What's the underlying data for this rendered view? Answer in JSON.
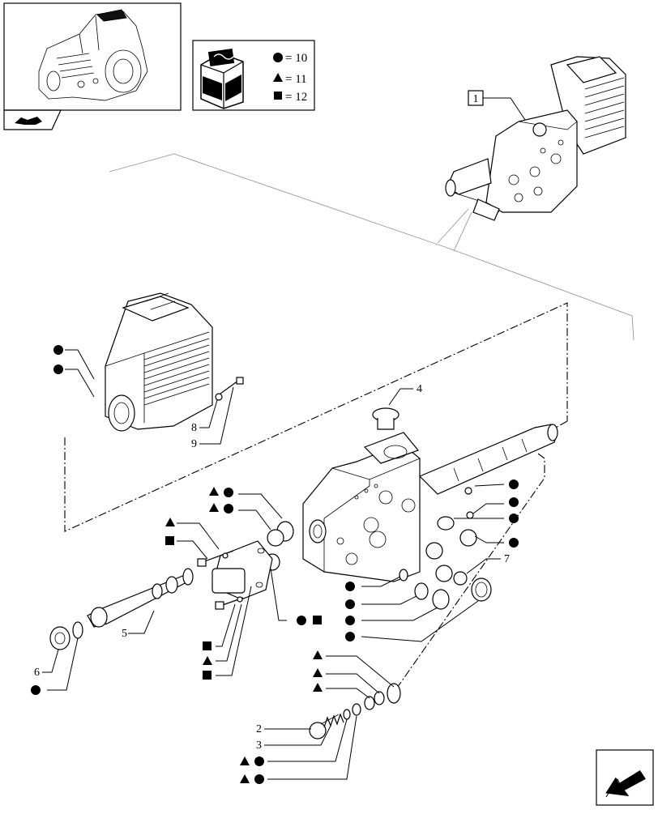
{
  "legend": {
    "kit_label": "KIT",
    "entries": [
      {
        "symbol": "circle",
        "text": "= 10"
      },
      {
        "symbol": "triangle",
        "text": "= 11"
      },
      {
        "symbol": "square",
        "text": "= 12"
      }
    ]
  },
  "assembly_ref": "1",
  "part_numbers": {
    "p2": "2",
    "p3": "3",
    "p4": "4",
    "p5": "5",
    "p6": "6",
    "p7": "7",
    "p8": "8",
    "p9": "9"
  },
  "icons": {
    "thumbnail": "transmission-housing-thumbnail",
    "back": "back-arrow-icon",
    "next": "next-page-arrow-icon"
  },
  "colors": {
    "ink": "#000000",
    "paper": "#ffffff",
    "reference_line": "#999999"
  }
}
